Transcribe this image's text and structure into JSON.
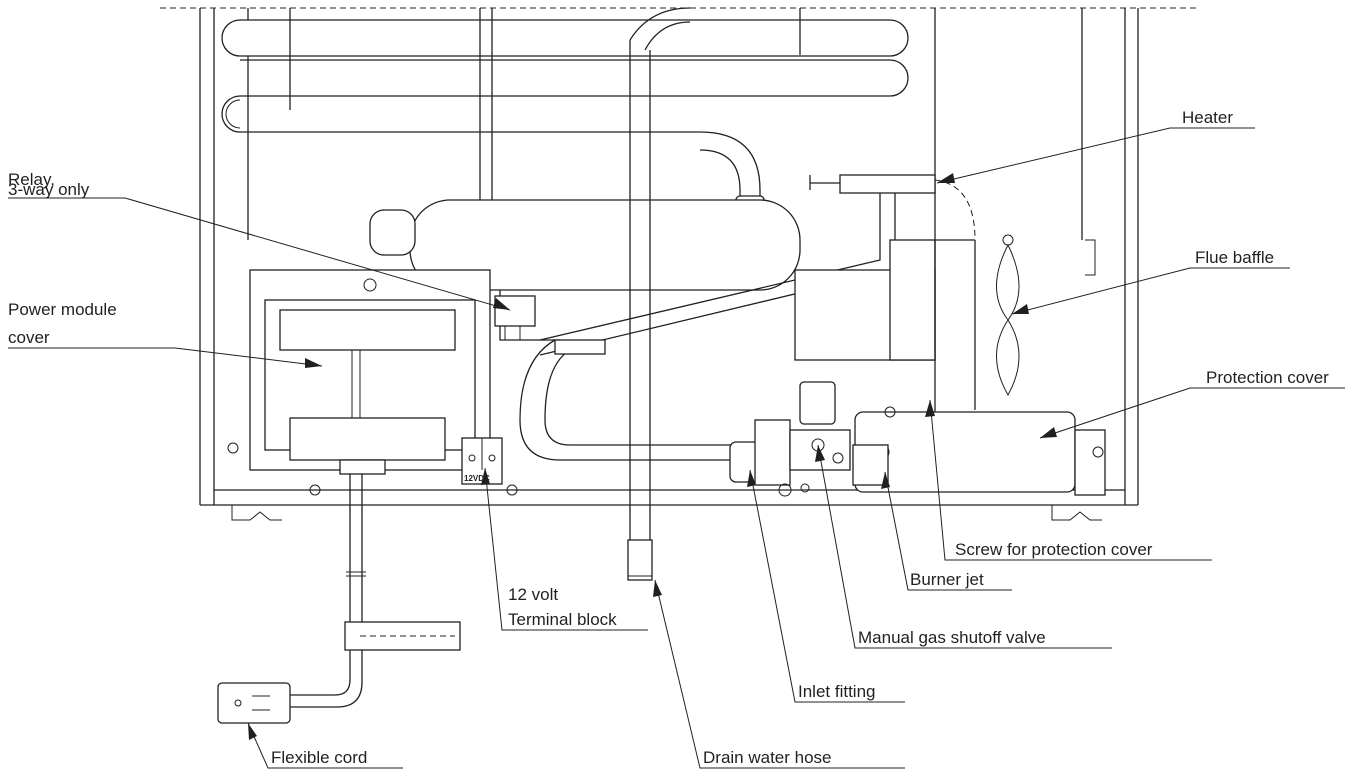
{
  "labels": {
    "relay_line1": "Relay,",
    "relay_line2": "3-way only",
    "power_line1": "Power module",
    "power_line2": "cover",
    "heater": "Heater",
    "flue_baffle": "Flue baffle",
    "protection_cover": "Protection cover",
    "screw_protection": "Screw for protection cover",
    "burner_jet": "Burner jet",
    "gas_valve": "Manual gas shutoff valve",
    "inlet_fitting": "Inlet fitting",
    "terminal_line1": "12 volt",
    "terminal_line2": "Terminal block",
    "drain_hose": "Drain water hose",
    "flexible_cord": "Flexible cord",
    "terminal_marking": "12VDC"
  }
}
